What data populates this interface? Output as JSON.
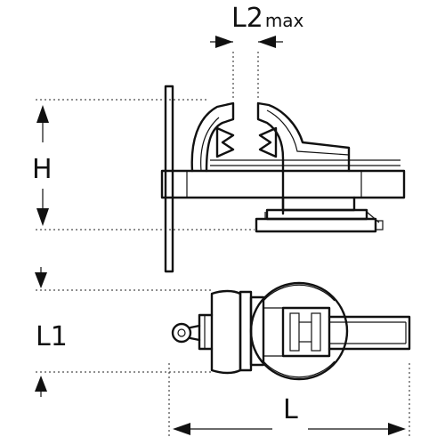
{
  "dimensions": {
    "l2": {
      "main": "L2",
      "sub": "max"
    },
    "h": "H",
    "l1": "L1",
    "l": "L"
  }
}
